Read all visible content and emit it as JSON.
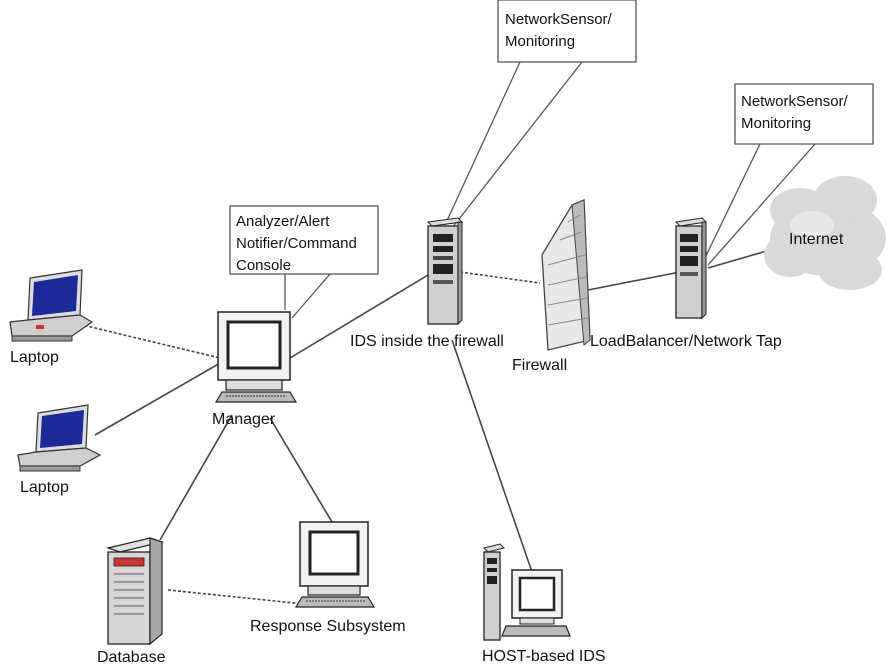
{
  "labels": {
    "laptop_top": "Laptop",
    "laptop_bottom": "Laptop",
    "manager": "Manager",
    "database": "Database",
    "response_subsystem": "Response Subsystem",
    "ids_inside": "IDS inside the firewall",
    "firewall": "Firewall",
    "load_balancer": "LoadBalancer/Network Tap",
    "internet": "Internet",
    "host_ids": "HOST-based IDS"
  },
  "callouts": {
    "analyzer": [
      "Analyzer/Alert",
      "Notifier/Command",
      "Console"
    ],
    "sensor_top": [
      "NetworkSensor/",
      "Monitoring"
    ],
    "sensor_right": [
      "NetworkSensor/",
      "Monitoring"
    ]
  },
  "colors": {
    "laptop_screen": "#1a2a9a",
    "cloud": "#d9d9d9",
    "device_body": "#cfcfcf"
  }
}
